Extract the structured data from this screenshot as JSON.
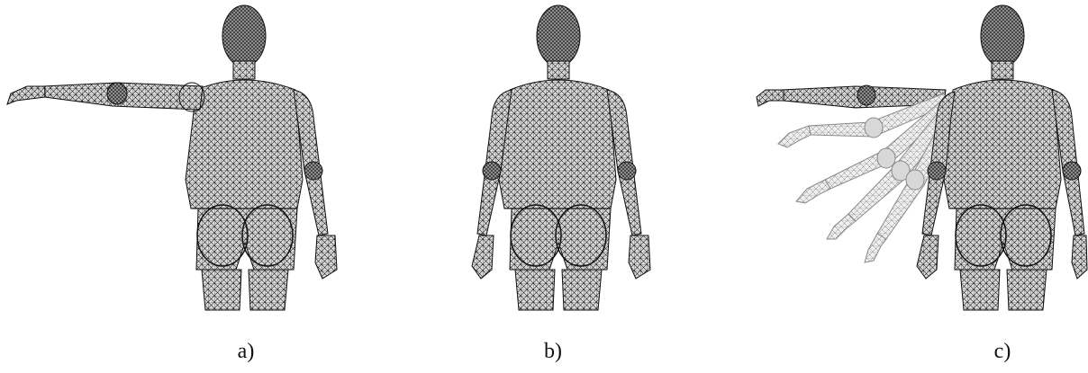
{
  "figure": {
    "panels": [
      {
        "id": "a",
        "caption": "a)",
        "pose": "arm-raised-horizontal"
      },
      {
        "id": "b",
        "caption": "b)",
        "pose": "arms-down"
      },
      {
        "id": "c",
        "caption": "c)",
        "pose": "arm-sweep-sequence"
      }
    ],
    "colors": {
      "background": "#ffffff",
      "mesh": "#1a1a1a",
      "mesh_fill": "#d9d9d9",
      "mesh_accent": "#4a1f1f",
      "ghost_arm": "#c8c8c8"
    }
  }
}
